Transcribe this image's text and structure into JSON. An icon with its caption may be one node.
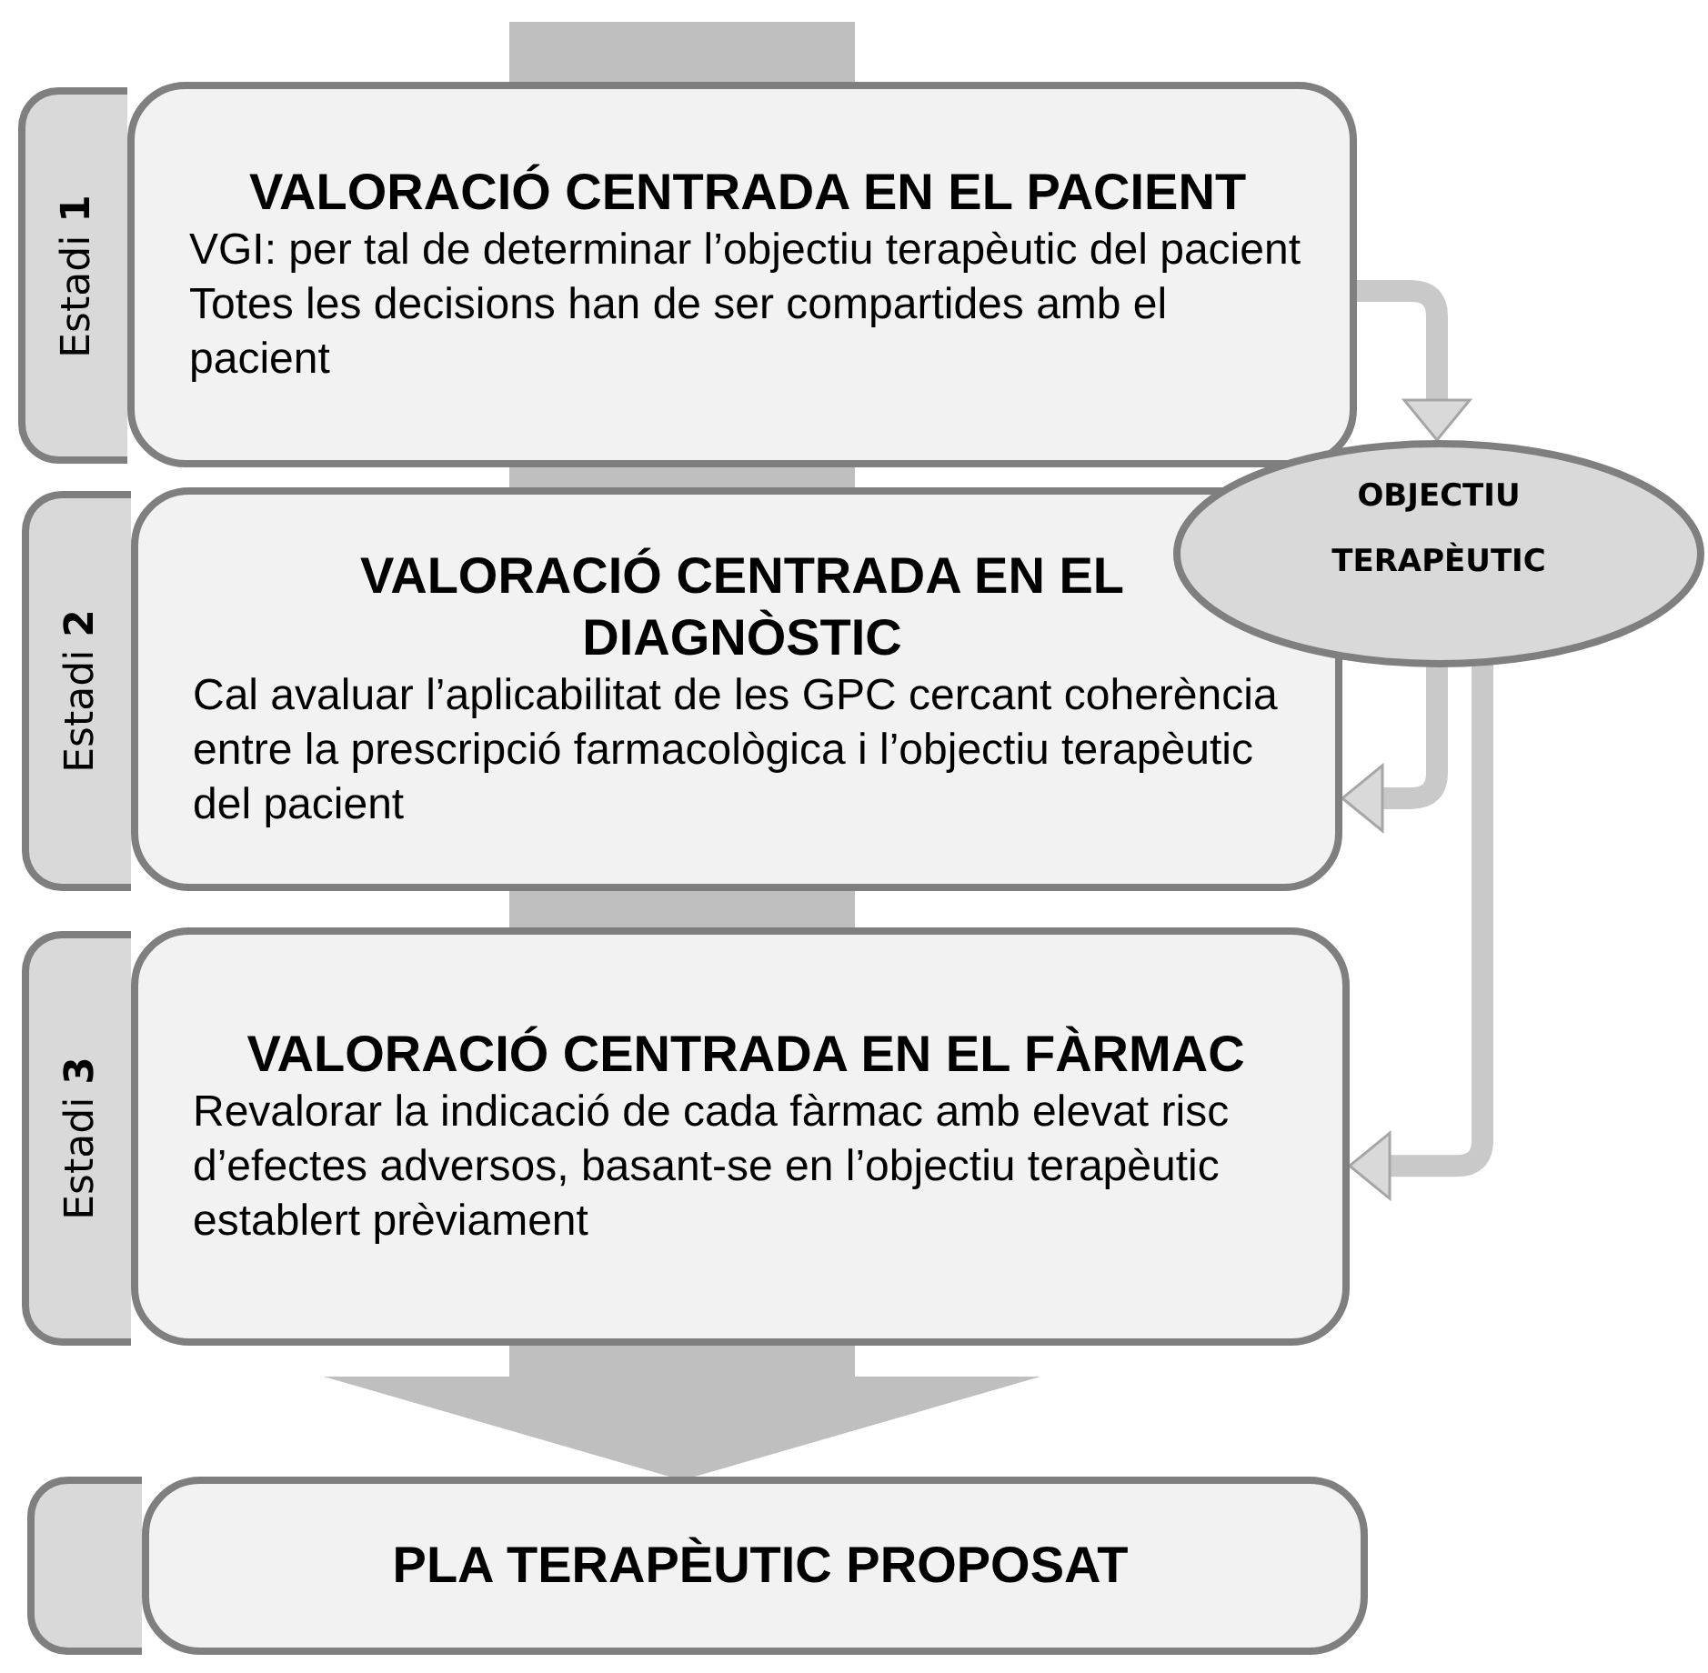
{
  "diagram": {
    "nodes": [
      {
        "text": [
          "Estadi **1**"
        ]
      },
      {
        "text": [
          "VALORACIÓ CENTRADA EN EL PACIENT",
          "VGI: per tal de determinar l’objectiu terapèutic del pacient",
          "Totes les decisions han de ser compartides amb el pacient"
        ]
      },
      {
        "text": [
          "OBJECTIU TERAPÈUTIC"
        ]
      },
      {
        "text": [
          "Estadi **2**"
        ]
      },
      {
        "text": [
          "VALORACIÓ CENTRADA EN EL DIAGNÒSTIC",
          "Cal avaluar l’aplicabilitat de les GPC cercant coherència entre la prescripció farmacològica i l’objectiu terapèutic del pacient"
        ]
      },
      {
        "text": [
          "Estadi **3**"
        ]
      },
      {
        "text": [
          "VALORACIÓ CENTRADA EN EL FÀRMAC",
          "Revalorar la indicació de cada fàrmac amb elevat risc d’efectes adversos, basant-se en l’objectiu terapèutic establert prèviament"
        ]
      },
      {
        "text": [],
        "shape": "box"
      },
      {
        "text": [
          "PLA TERAPÈUTIC PROPOSAT"
        ]
      }
    ],
    "edges": [
      {
        "from": null,
        "to": 1,
        "arrow": "none",
        "style": "thick"
      },
      {
        "from": 1,
        "to": 4,
        "arrow": "none",
        "style": "thick"
      },
      {
        "from": 4,
        "to": 6,
        "arrow": "none",
        "style": "thick"
      },
      {
        "from": 6,
        "to": 8,
        "arrow": "to",
        "style": "thick"
      },
      {
        "from": 1,
        "to": 2,
        "arrow": "to"
      },
      {
        "from": 2,
        "to": 4,
        "arrow": "to"
      },
      {
        "from": 2,
        "to": 6,
        "arrow": "to"
      }
    ]
  }
}
